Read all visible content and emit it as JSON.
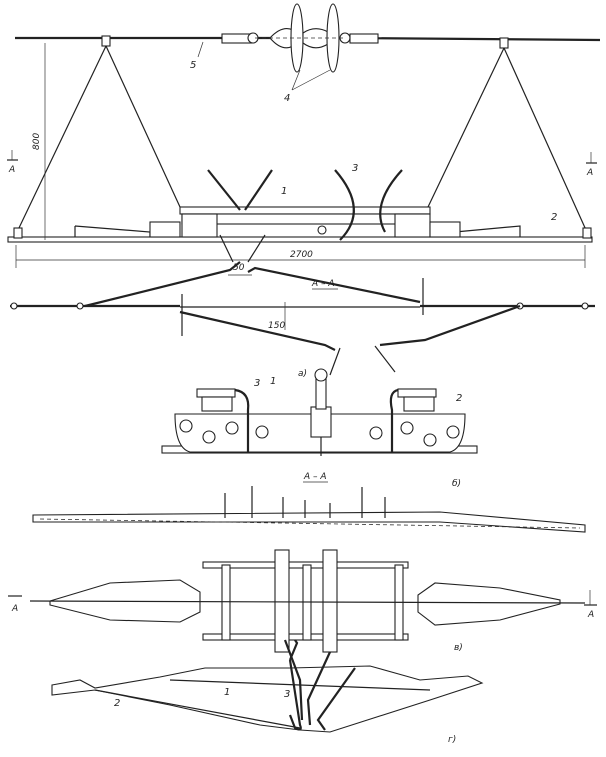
{
  "figure": {
    "view_a": {
      "labels": {
        "n5": "5",
        "n4": "4",
        "n3": "3",
        "n1": "1",
        "n2": "2",
        "section_left": "A",
        "section_right": "A"
      },
      "dim_height": "800",
      "dim_length": "2700",
      "plan": {
        "dim_gap": "50",
        "section_title": "A – A",
        "dim_offset": "150",
        "caption": "а)"
      }
    },
    "view_b": {
      "labels": {
        "n3": "3",
        "n1": "1",
        "n2": "2"
      },
      "caption": "б)"
    },
    "view_v": {
      "section_title": "А – А",
      "section_left": "А",
      "section_right": "А",
      "caption": "в)"
    },
    "view_g": {
      "labels": {
        "n1": "1",
        "n3": "3",
        "n2": "2"
      },
      "caption": "г)"
    }
  }
}
